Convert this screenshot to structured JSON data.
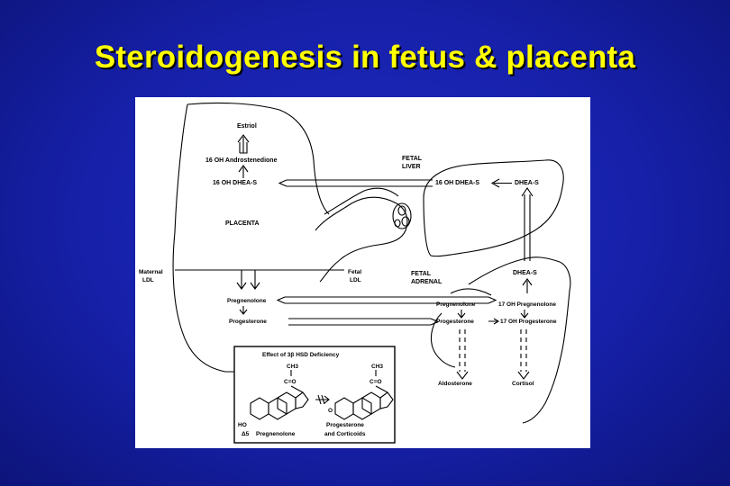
{
  "slide": {
    "title": "Steroidogenesis in fetus & placenta",
    "title_color": "#ffff00",
    "background_color": "#1a22b4"
  },
  "diagram": {
    "organs": {
      "placenta": "PLACENTA",
      "fetal_liver": [
        "FETAL",
        "LIVER"
      ],
      "fetal_adrenal": [
        "FETAL",
        "ADRENAL"
      ]
    },
    "placenta_labels": {
      "estriol": "Estriol",
      "androstenedione": "16 OH Androstenedione",
      "dhea_s": "16 OH DHEA-S",
      "pregnenolone": "Pregnenolone",
      "progesterone": "Progesterone"
    },
    "maternal_ldl": [
      "Maternal",
      "LDL"
    ],
    "fetal_ldl": [
      "Fetal",
      "LDL"
    ],
    "liver_labels": {
      "oh_dhea_s": "16 OH DHEA-S",
      "dhea_s": "DHEA-S"
    },
    "adrenal_labels": {
      "dhea_s": "DHEA-S",
      "pregnenolone": "Pregnenolone",
      "oh_pregnenolone": "17 OH Pregnenolone",
      "progesterone": "Progesterone",
      "oh_progesterone": "17 OH Progesterone",
      "aldosterone": "Aldosterone",
      "cortisol": "Cortisol"
    },
    "inset": {
      "title": "Effect of 3β HSD Deficiency",
      "left_group": "CH3",
      "right_group": "CH3",
      "carbonyl": "C=O",
      "hydroxyl": "HO",
      "oxo": "O",
      "left_name_prefix": "Δ5",
      "left_name": "Pregnenolone",
      "right_name": [
        "Progesterone",
        "and Corticoids"
      ]
    }
  }
}
